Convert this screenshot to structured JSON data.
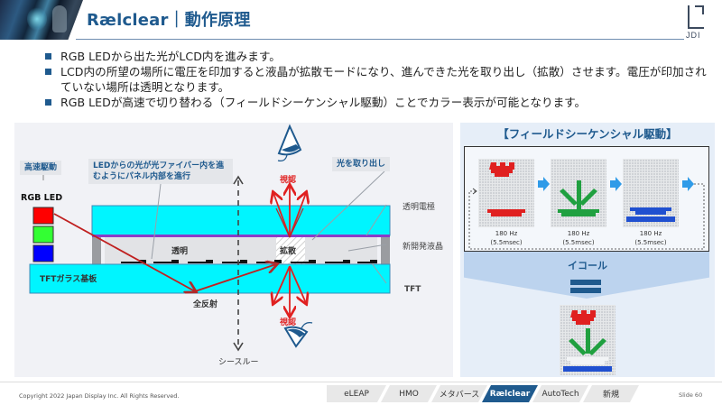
{
  "header": {
    "title": "Rælclear｜動作原理",
    "logo_text": "JDI"
  },
  "bullets": [
    "RGB LEDから出た光がLCD内を進みます。",
    "LCD内の所望の場所に電圧を印加すると液晶が拡散モードになり、進んできた光を取り出し（拡散）させます。電圧が印加されていない場所は透明となります。",
    "RGB LEDが高速で切り替わる（フィールドシーケンシャル駆動）ことでカラー表示が可能となります。"
  ],
  "diagram": {
    "high_speed_label": "高速駆動",
    "rgb_led_label": "RGB LED",
    "led_colors": [
      "#ff0000",
      "#33ff33",
      "#0000ff"
    ],
    "fiber_note": "LEDからの光が光ファイバー内を進むようにパネル内部を進行",
    "extract_note": "光を取り出し",
    "transparent_electrode": "透明電極",
    "new_lc": "新開発液晶",
    "tft": "TFT",
    "tft_glass": "TFTガラス基板",
    "transparent": "透明",
    "diffuse": "拡散",
    "total_reflection": "全反射",
    "see_through": "シースルー",
    "view_top": "視認",
    "view_bottom": "視認",
    "glass_color": "#00f5ff",
    "electrode_color": "#8a3cc8",
    "ray_color": "#c02020"
  },
  "side_panel": {
    "title": "【フィールドシーケンシャル駆動】",
    "frames": [
      {
        "freq": "180 Hz",
        "period": "(5.5msec)",
        "color": "red"
      },
      {
        "freq": "180 Hz",
        "period": "(5.5msec)",
        "color": "green"
      },
      {
        "freq": "180 Hz",
        "period": "(5.5msec)",
        "color": "blue"
      }
    ],
    "equal_label": "イコール"
  },
  "footer": {
    "copyright": "Copyright 2022 Japan Display Inc. All Rights Reserved.",
    "tabs": [
      {
        "label": "eLEAP",
        "active": false
      },
      {
        "label": "HMO",
        "active": false
      },
      {
        "label": "メタバース",
        "active": false
      },
      {
        "label": "Rælclear",
        "active": true
      },
      {
        "label": "AutoTech",
        "active": false
      },
      {
        "label": "新規",
        "active": false
      }
    ],
    "slide_number": "Slide 60"
  },
  "colors": {
    "brand": "#1f5a8e",
    "accent_red": "#e02020"
  }
}
